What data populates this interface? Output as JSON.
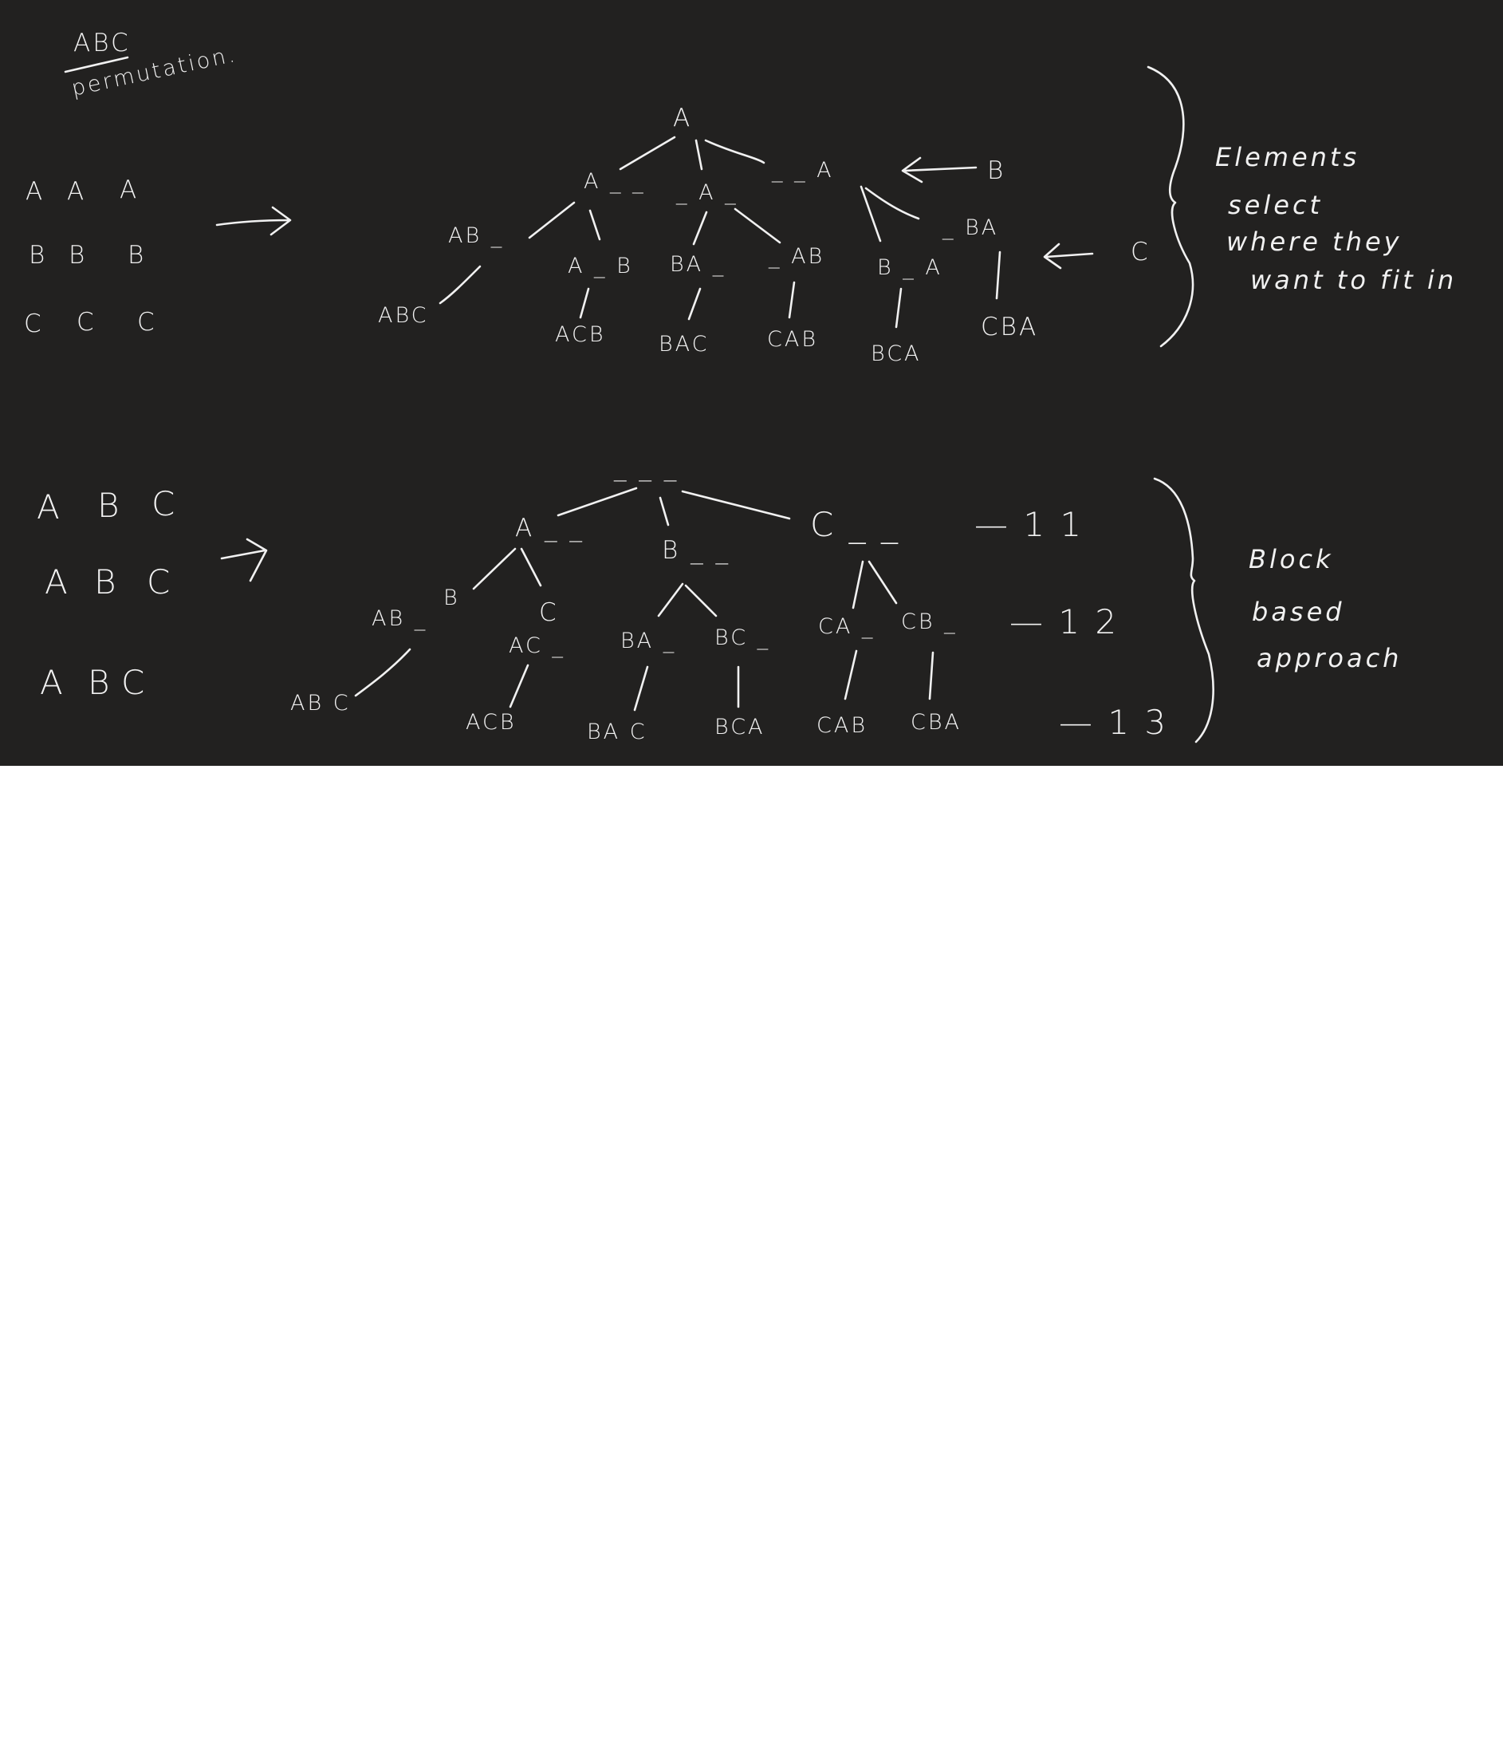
{
  "colors": {
    "board": "#222120",
    "ink": "#f1f1f1",
    "page": "#ffffff"
  },
  "heading": {
    "title": "ABC",
    "subtitle": "permutation."
  },
  "section1": {
    "letter_grid": [
      [
        "A",
        "A",
        "A"
      ],
      [
        "B",
        "B",
        "B"
      ],
      [
        "C",
        "C",
        "C"
      ]
    ],
    "root": "A",
    "level1": [
      "A _ _",
      "_ A _",
      "_ _ A"
    ],
    "level2": [
      "AB _",
      "A _ B",
      "BA _",
      "_ AB",
      "B _ A",
      "_ BA"
    ],
    "leaves": [
      "ABC",
      "ACB",
      "BAC",
      "CAB",
      "BCA",
      "CBA"
    ],
    "insert_labels": [
      "B",
      "C"
    ],
    "note": [
      "Elements",
      "select",
      "where they",
      "want to fit in"
    ]
  },
  "section2": {
    "letter_grid": [
      [
        "A",
        "B",
        "C"
      ],
      [
        "A",
        "B",
        "C"
      ],
      [
        "A",
        "B",
        "C"
      ]
    ],
    "root": "_ _ _",
    "level1": [
      "A _ _",
      "B _ _",
      "C _ _"
    ],
    "level2": [
      "AB _",
      "AC _",
      "BA _",
      "BC _",
      "CA _",
      "CB _"
    ],
    "level2_branch_labels": [
      "B",
      "C"
    ],
    "leaves": [
      "AB C",
      "ACB",
      "BA C",
      "BCA",
      "CAB",
      "CBA"
    ],
    "level_counts": [
      "— 1 1",
      "— 1 2",
      "— 1 3"
    ],
    "note": [
      "Block",
      "based",
      "approach"
    ]
  }
}
